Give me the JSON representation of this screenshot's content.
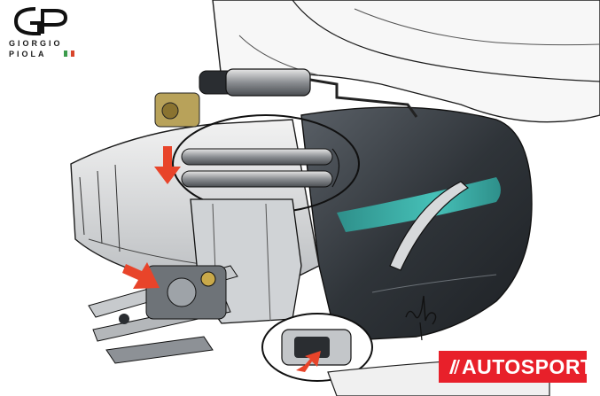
{
  "logo": {
    "line1": "GIORGIO",
    "line2": "PIOLA",
    "flag_colors": [
      "#3a9a4a",
      "#f4f4f4",
      "#d9452b"
    ]
  },
  "badge": {
    "text": "AUTOSPORT",
    "color": "#e8202a"
  },
  "illustration": {
    "subject": "technical cutaway drawing of car rear suspension and bodywork",
    "body_color": "#3d4247",
    "accent_color": "#3fb8b0",
    "arrow_color": "#e8442a",
    "arrow_count": 3,
    "highlight_ellipses": 2
  }
}
